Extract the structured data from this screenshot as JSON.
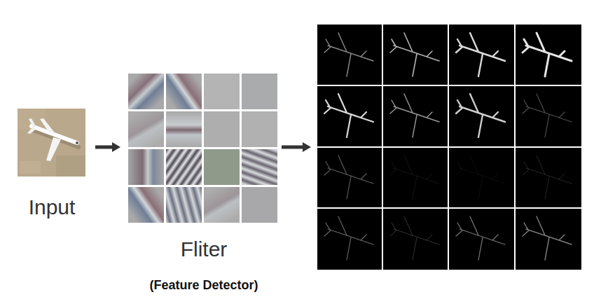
{
  "diagram": {
    "nodes": [
      {
        "text": [
          "Input"
        ]
      },
      {
        "text": [
          "Fliter",
          "(Feature Detector)"
        ]
      }
    ],
    "edges": [
      {
        "from": 0,
        "to": 1,
        "arrow": "to"
      }
    ]
  }
}
